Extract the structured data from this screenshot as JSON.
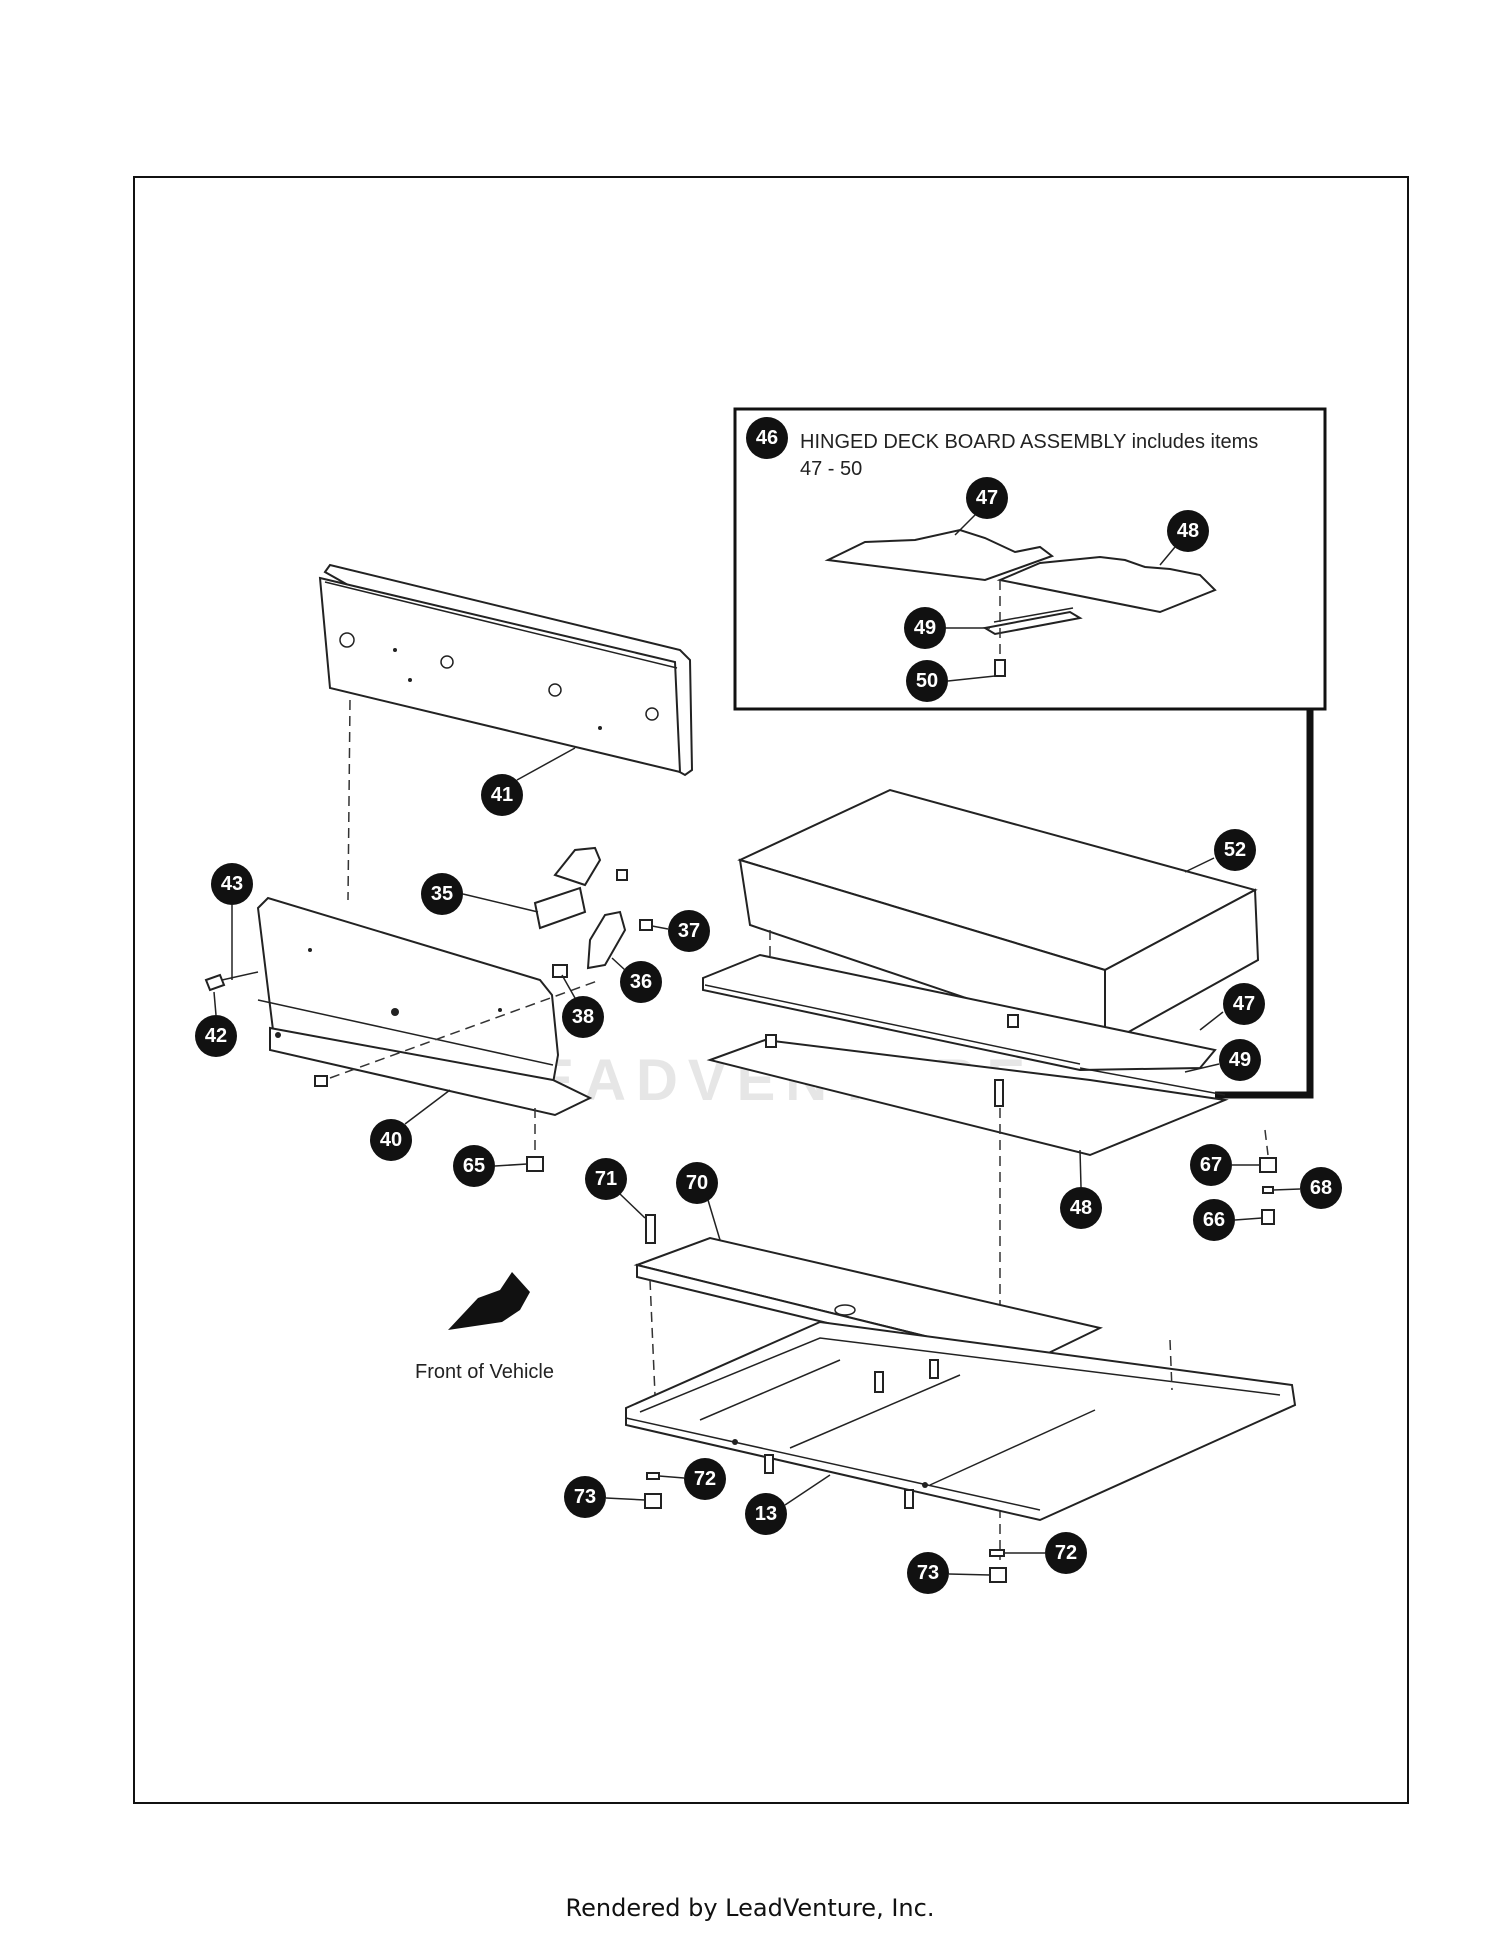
{
  "inset": {
    "item": "46",
    "title_line1": "HINGED DECK BOARD ASSEMBLY includes items",
    "title_line2": "47 - 50"
  },
  "direction_label": "Front of Vehicle",
  "watermark": "LEADVENTURE",
  "footer": "Rendered by LeadVenture, Inc.",
  "callouts": {
    "c46": "46",
    "c47a": "47",
    "c48a": "48",
    "c49a": "49",
    "c50": "50",
    "c41": "41",
    "c43": "43",
    "c42": "42",
    "c35": "35",
    "c37": "37",
    "c36": "36",
    "c38": "38",
    "c40": "40",
    "c65": "65",
    "c52": "52",
    "c47b": "47",
    "c49b": "49",
    "c48b": "48",
    "c67": "67",
    "c68": "68",
    "c66": "66",
    "c71": "71",
    "c70": "70",
    "c72a": "72",
    "c73a": "73",
    "c13": "13",
    "c72b": "72",
    "c73b": "73"
  },
  "colors": {
    "ink": "#111111",
    "paper": "#ffffff"
  }
}
